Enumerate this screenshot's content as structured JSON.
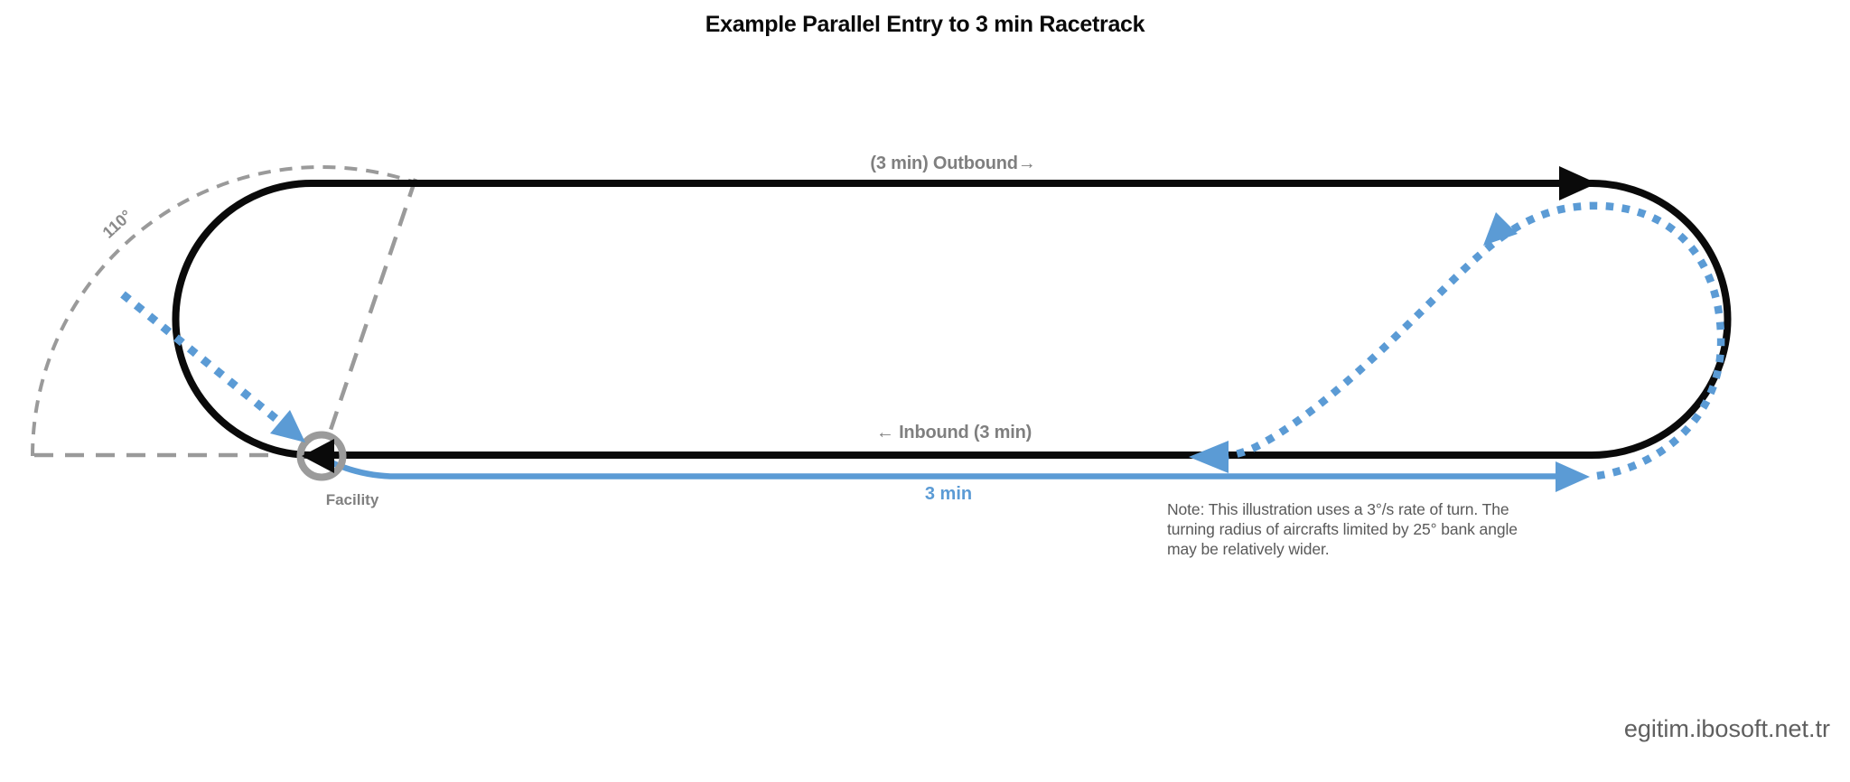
{
  "title": "Example Parallel Entry to 3 min Racetrack",
  "labels": {
    "outbound": "(3 min) Outbound→",
    "inbound": "← Inbound (3 min)",
    "entry_time": "3 min",
    "facility": "Facility",
    "sector_angle": "110°"
  },
  "note": "Note: This illustration uses a 3°/s rate of turn. The\nturning radius of aircrafts limited by 25° bank angle\nmay be relatively wider.",
  "watermark": "egitim.ibosoft.net.tr",
  "colors": {
    "racetrack": "#0a0a0a",
    "entry_path_blue": "#5B9BD5",
    "guide_gray": "#999999",
    "label_gray": "#7f7f7f",
    "note_gray": "#595959"
  }
}
